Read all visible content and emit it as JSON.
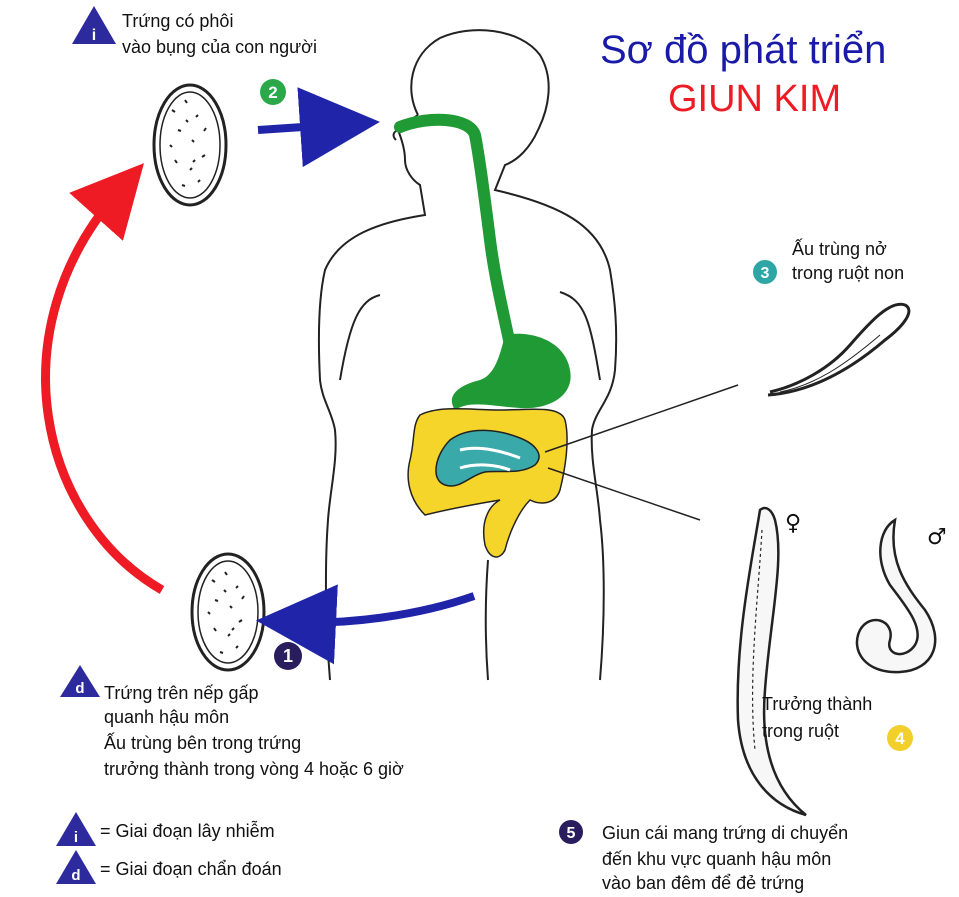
{
  "title": {
    "line1": "Sơ đồ phát triển",
    "line2": "GIUN KIM"
  },
  "stages": {
    "infective_egg": {
      "badge": "i",
      "lines": [
        "Trứng có phôi",
        "vào bụng của con người"
      ]
    },
    "step2": {
      "number": "2"
    },
    "step3": {
      "number": "3",
      "lines": [
        "Ấu trùng nở",
        "trong ruột non"
      ]
    },
    "step4": {
      "number": "4",
      "lines": [
        "Trưởng thành",
        "trong ruột"
      ],
      "female_symbol": "♀",
      "male_symbol": "♂"
    },
    "step5": {
      "number": "5",
      "lines": [
        "Giun cái mang trứng di chuyển",
        "đến khu vực quanh hậu môn",
        "vào ban đêm để đẻ trứng"
      ]
    },
    "step1": {
      "number": "1",
      "badge": "d",
      "lines": [
        "Trứng trên nếp gấp",
        "quanh hậu môn",
        "Ấu trùng bên trong trứng",
        "trưởng thành trong vòng 4 hoặc 6 giờ"
      ]
    }
  },
  "legend": [
    {
      "badge": "i",
      "label": "= Giai đoạn lây nhiễm"
    },
    {
      "badge": "d",
      "label": "= Giai đoạn chẩn đoán"
    }
  ],
  "colors": {
    "title_blue": "#1a1aa8",
    "title_red": "#ee1b24",
    "arrow_blue": "#1f24a8",
    "arrow_red": "#ee1b24",
    "esophagus_green": "#1f9a35",
    "colon_yellow": "#f6d52b",
    "small_intestine_teal": "#3aa9a9",
    "badge_green": "#2aa84a",
    "badge_teal": "#2fa6a6",
    "badge_yellow": "#f2cf2a",
    "badge_navy": "#2a1d5e",
    "triangle_blue": "#2c2a9c"
  }
}
